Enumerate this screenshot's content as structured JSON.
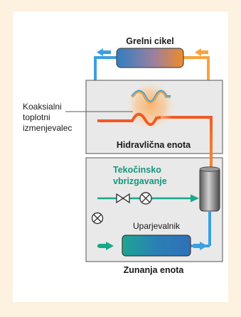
{
  "colors": {
    "background": "#fdf1df",
    "panel": "#ffffff",
    "hot_pipe": "#f26b21",
    "warm_pipe": "#f9a23c",
    "cool_pipe": "#3aa0e0",
    "injection": "#18a88a",
    "box_fill": "#e9e9e9",
    "box_stroke": "#6f6f6f",
    "accent_text": "#15967b"
  },
  "labels": {
    "heating_circuit": "Grelni cikel",
    "coaxial_line1": "Koaksialni",
    "coaxial_line2": "toplotni",
    "coaxial_line3": "izmenjevalec",
    "hydraulic_unit": "Hidravlična enota",
    "injection_line1": "Tekočinsko",
    "injection_line2": "vbrizgavanje",
    "evaporator": "Uparjevalnik",
    "outdoor_unit": "Zunanja enota"
  },
  "icons": [
    "flow-arrow-icon",
    "valve-icon",
    "expansion-valve-icon",
    "compressor-icon",
    "heat-exchanger-icon"
  ]
}
